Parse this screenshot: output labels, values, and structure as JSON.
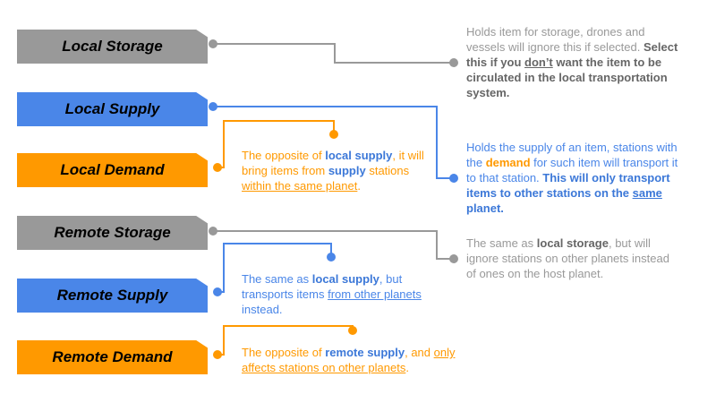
{
  "colors": {
    "gray": "#999999",
    "blue": "#4a86e8",
    "orange": "#ff9900"
  },
  "tags": {
    "local_storage": "Local Storage",
    "local_supply": "Local Supply",
    "local_demand": "Local Demand",
    "remote_storage": "Remote Storage",
    "remote_supply": "Remote Supply",
    "remote_demand": "Remote Demand"
  },
  "notes": {
    "local_storage": {
      "t1": "Holds item for storage, drones and vessels will ignore this if selected. ",
      "t2": "Select this if you ",
      "t3": "don’t",
      "t4": " want the item to be circulated in the local transportation system."
    },
    "local_supply": {
      "t1": "Holds the supply of an item, stations with the ",
      "t2": "demand",
      "t3": " for such item will transport it to that station. ",
      "t4": "This will only transport items to other stations on the ",
      "t5": "same",
      "t6": " planet."
    },
    "local_demand": {
      "t1": "The opposite of ",
      "t2": "local supply",
      "t3": ", it will bring items from ",
      "t4": "supply",
      "t5": " stations ",
      "t6": "within the same planet",
      "t7": "."
    },
    "remote_storage": {
      "t1": "The same as ",
      "t2": "local storage",
      "t3": ", but will ignore stations on other planets instead of ones on the host planet."
    },
    "remote_supply": {
      "t1": "The same as ",
      "t2": "local supply",
      "t3": ", but transports items ",
      "t4": "from other planets",
      "t5": " instead."
    },
    "remote_demand": {
      "t1": "The opposite of ",
      "t2": "remote supply",
      "t3": ", and ",
      "t4": "only affects stations on other planets",
      "t5": "."
    }
  }
}
